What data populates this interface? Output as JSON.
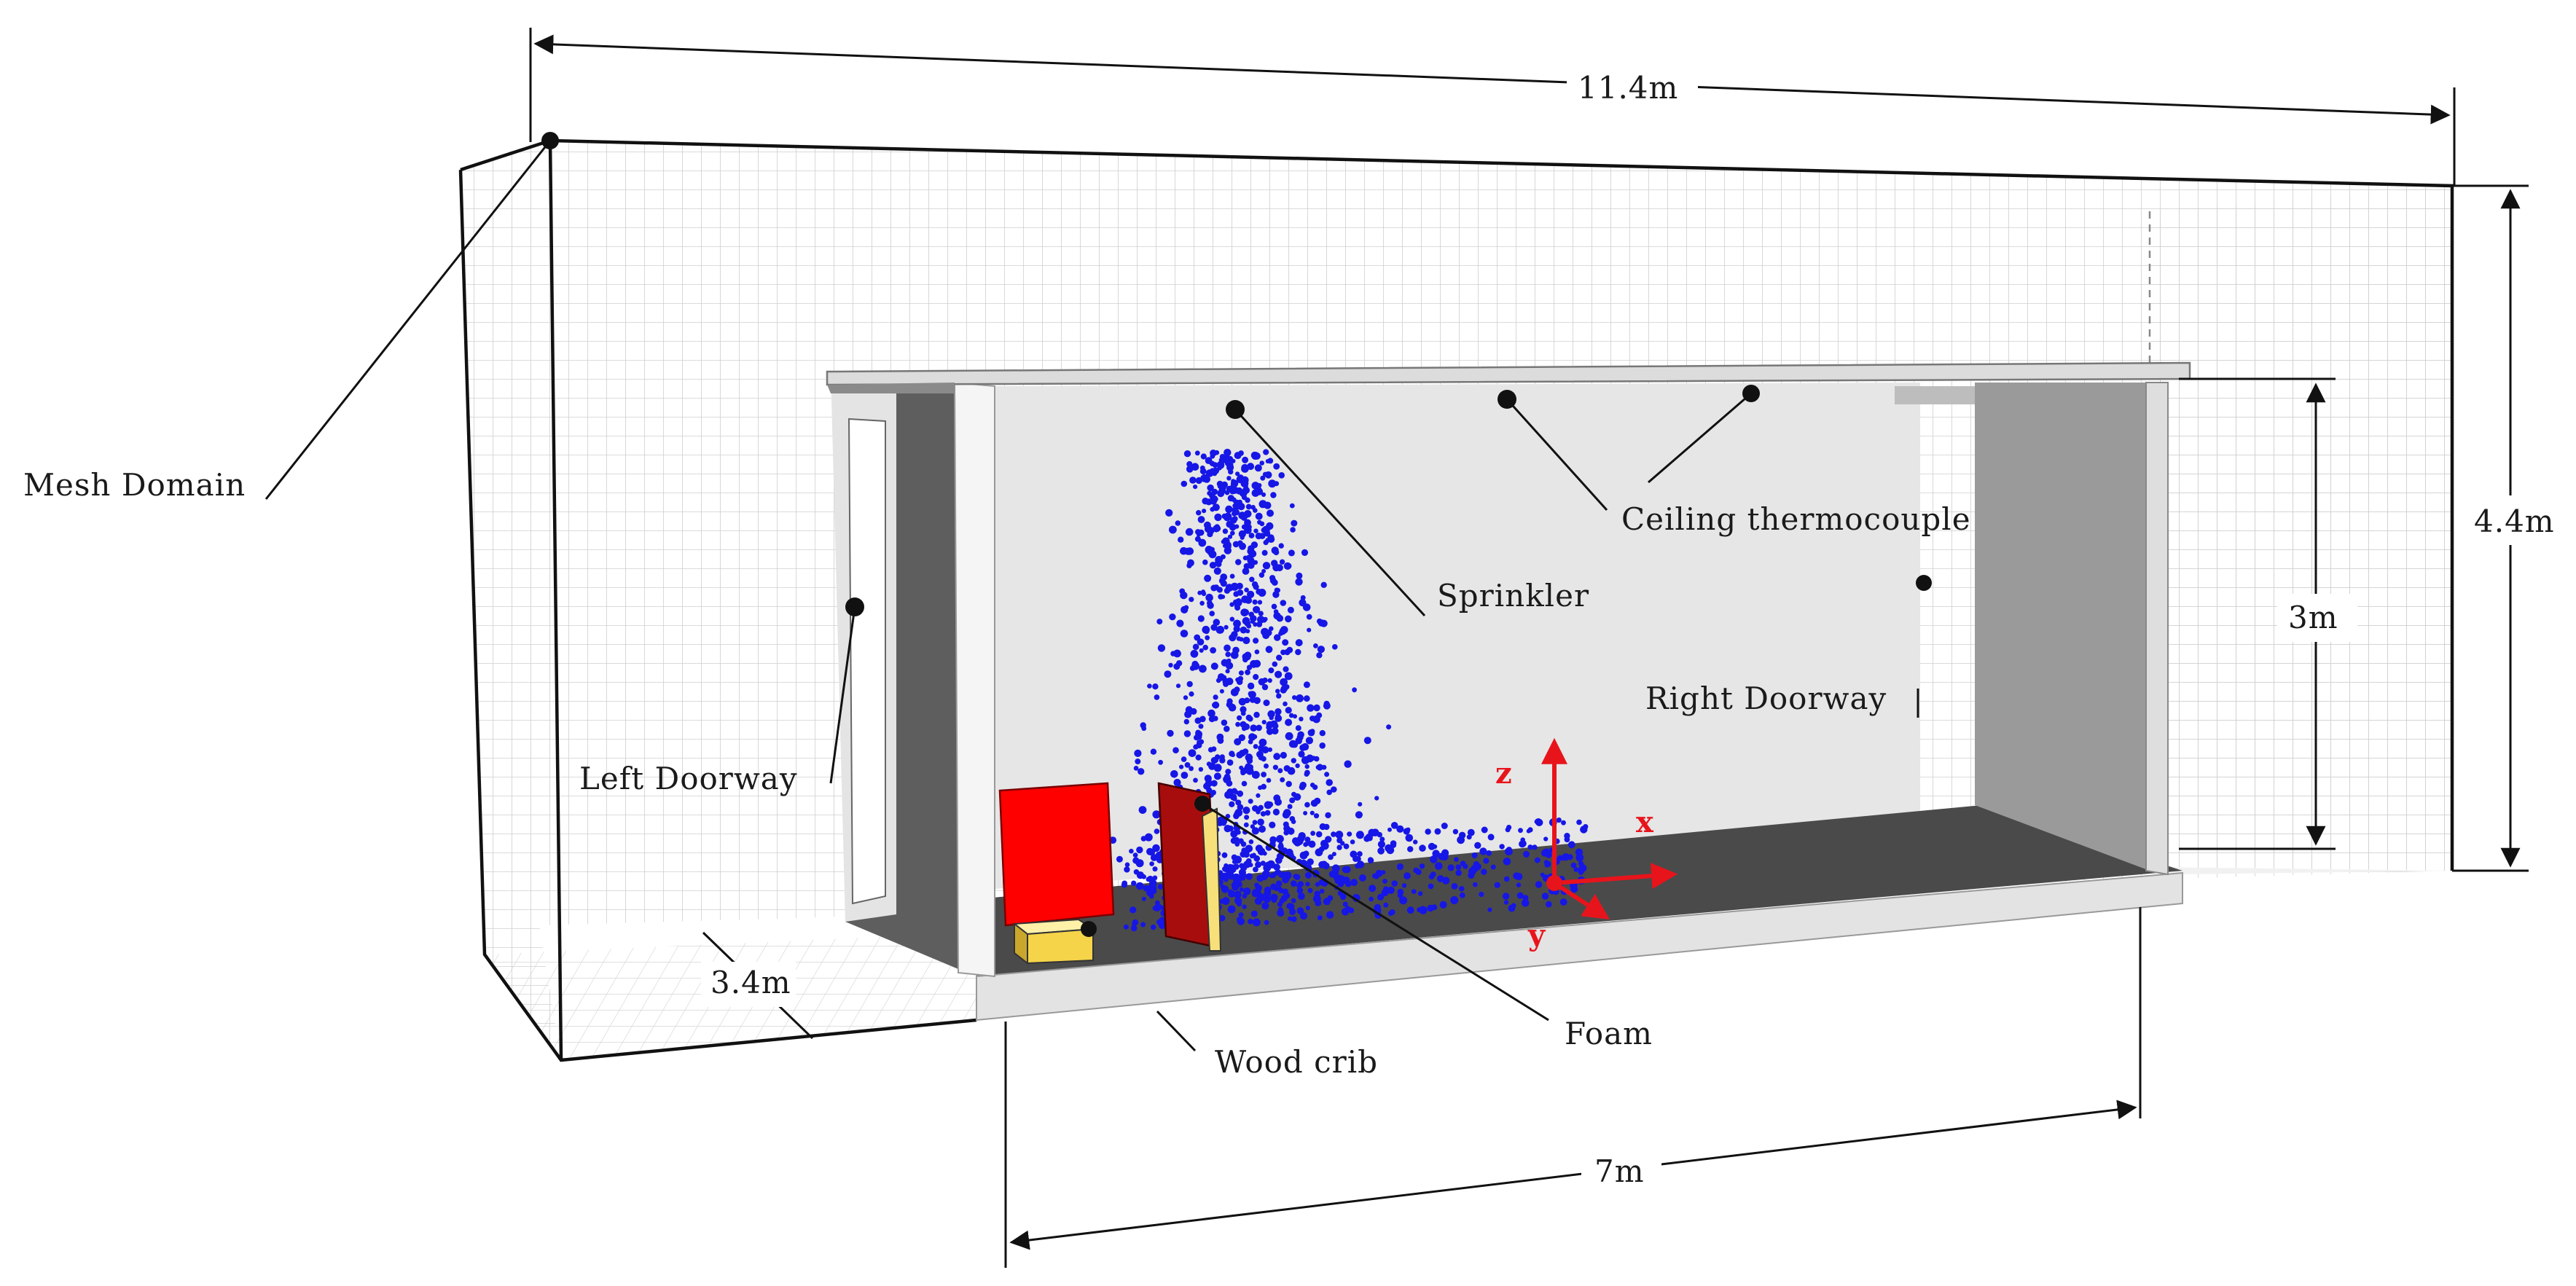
{
  "labels": {
    "overall_length": "11.4m",
    "height": "4.4m",
    "room_height": "3m",
    "depth": "3.4m",
    "room_length": "7m",
    "mesh_domain": "Mesh Domain",
    "ceiling_thermocouple": "Ceiling thermocouple",
    "sprinkler": "Sprinkler",
    "right_doorway": "Right Doorway",
    "left_doorway": "Left Doorway",
    "foam": "Foam",
    "wood_crib": "Wood crib"
  },
  "axes": {
    "x": "x",
    "y": "y",
    "z": "z"
  },
  "colors": {
    "accent_axis": "#e8141c",
    "droplets": "#1616e6",
    "foam_block": "#ff0000",
    "foam_dark": "#a30d0d",
    "crib": "#f5e37a",
    "floor": "#4a4a4a",
    "wall_light": "#e9e9e9",
    "mesh_grid": "#c8c8c8"
  }
}
